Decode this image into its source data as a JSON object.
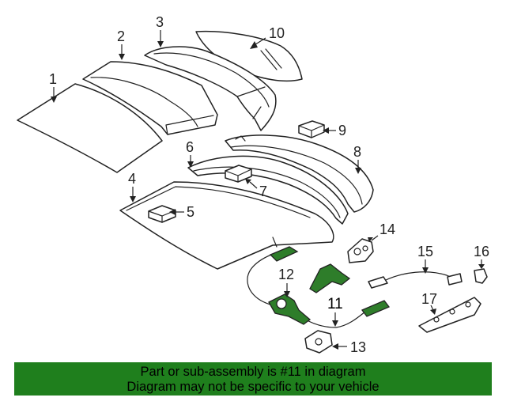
{
  "callouts": [
    {
      "id": "1",
      "label": "1"
    },
    {
      "id": "2",
      "label": "2"
    },
    {
      "id": "3",
      "label": "3"
    },
    {
      "id": "4",
      "label": "4"
    },
    {
      "id": "5",
      "label": "5"
    },
    {
      "id": "6",
      "label": "6"
    },
    {
      "id": "7",
      "label": "7"
    },
    {
      "id": "8",
      "label": "8"
    },
    {
      "id": "9",
      "label": "9"
    },
    {
      "id": "10",
      "label": "10"
    },
    {
      "id": "11",
      "label": "11"
    },
    {
      "id": "12",
      "label": "12"
    },
    {
      "id": "13",
      "label": "13"
    },
    {
      "id": "14",
      "label": "14"
    },
    {
      "id": "15",
      "label": "15"
    },
    {
      "id": "16",
      "label": "16"
    },
    {
      "id": "17",
      "label": "17"
    }
  ],
  "highlighted_part": "11",
  "colors": {
    "highlight_fill": "#2e7d2a",
    "banner_bg": "#1f7f1d",
    "line": "#222222"
  },
  "banner": {
    "line1": "Part or sub-assembly is #11 in diagram",
    "line2": "Diagram may not be specific to your vehicle"
  }
}
